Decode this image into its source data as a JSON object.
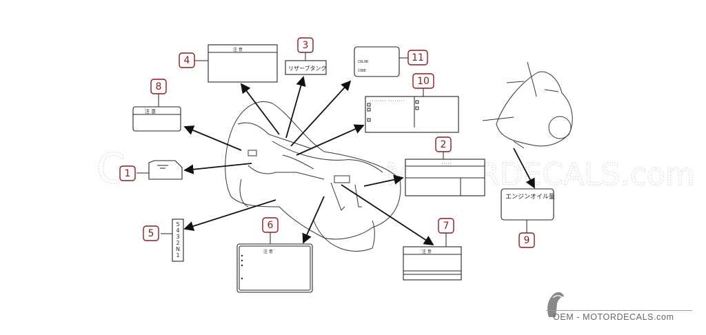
{
  "callouts": [
    {
      "id": "1",
      "num": "1"
    },
    {
      "id": "2",
      "num": "2"
    },
    {
      "id": "3",
      "num": "3"
    },
    {
      "id": "4",
      "num": "4"
    },
    {
      "id": "5",
      "num": "5"
    },
    {
      "id": "6",
      "num": "6"
    },
    {
      "id": "7",
      "num": "7"
    },
    {
      "id": "8",
      "num": "8"
    },
    {
      "id": "9",
      "num": "9"
    },
    {
      "id": "10",
      "num": "10"
    },
    {
      "id": "11",
      "num": "11"
    }
  ],
  "labels": {
    "label3_text": "リザーブタンク",
    "label9_text": "エンジンオイル量",
    "label11_line1": "COLOR",
    "label11_line2": "CODE",
    "caution_jp": "注 意",
    "label5_gears": [
      "5",
      "4",
      "3",
      "2",
      "N",
      "1"
    ]
  },
  "brand": {
    "text": "OEM - MOTORDECALS.com",
    "watermark": "MOTORDECALS.com"
  },
  "colors": {
    "accent": "#8b1a1a",
    "line": "#222222",
    "watermark": "#d9d9d9"
  }
}
